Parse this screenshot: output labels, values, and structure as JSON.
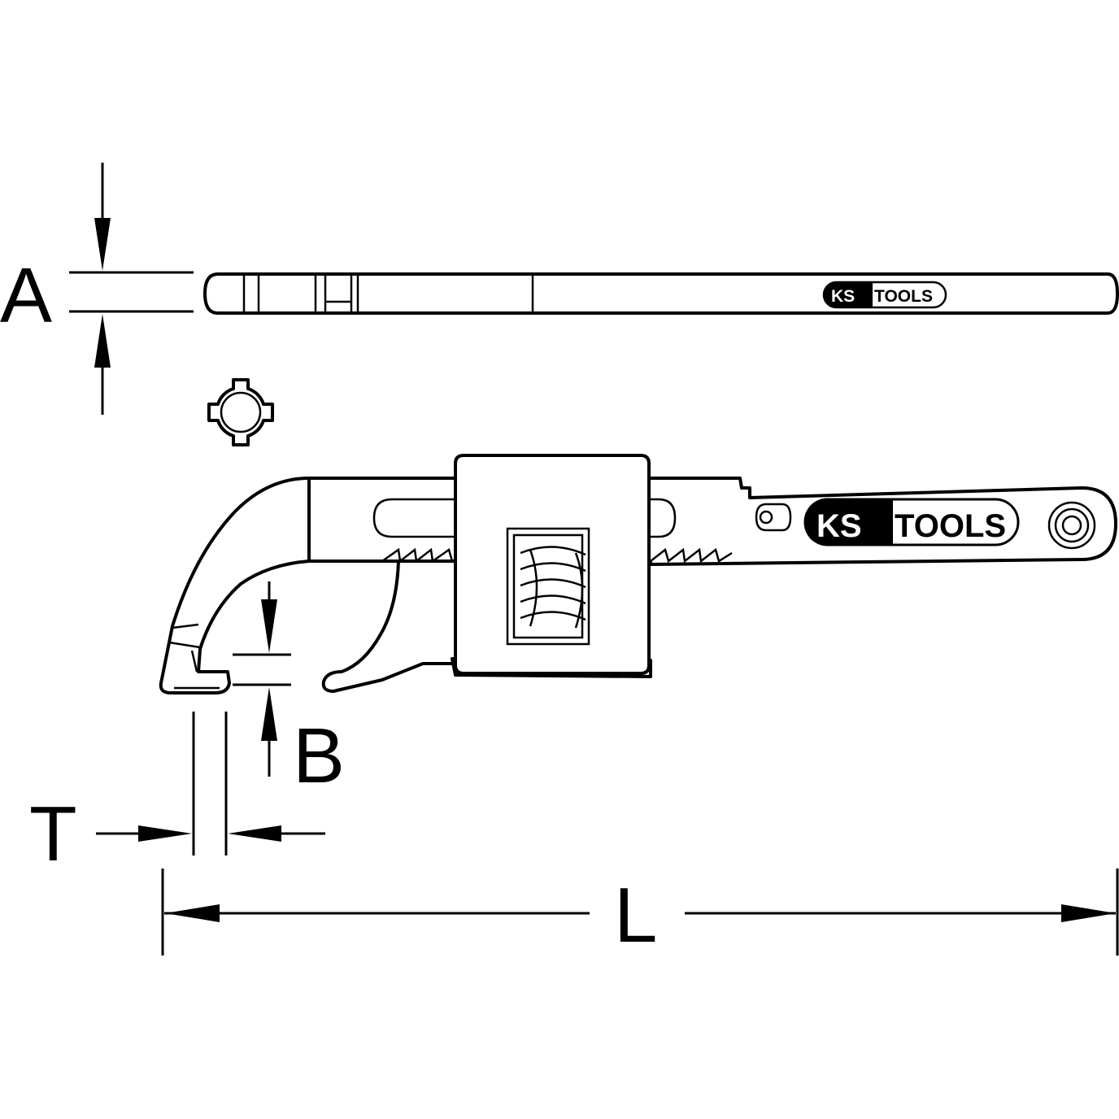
{
  "dimensions": {
    "a": "A",
    "b": "B",
    "t": "T",
    "l": "L"
  },
  "logo": {
    "left_part": "KS",
    "right_part": "TOOLS"
  },
  "colors": {
    "line": "#000000",
    "background": "#ffffff"
  }
}
